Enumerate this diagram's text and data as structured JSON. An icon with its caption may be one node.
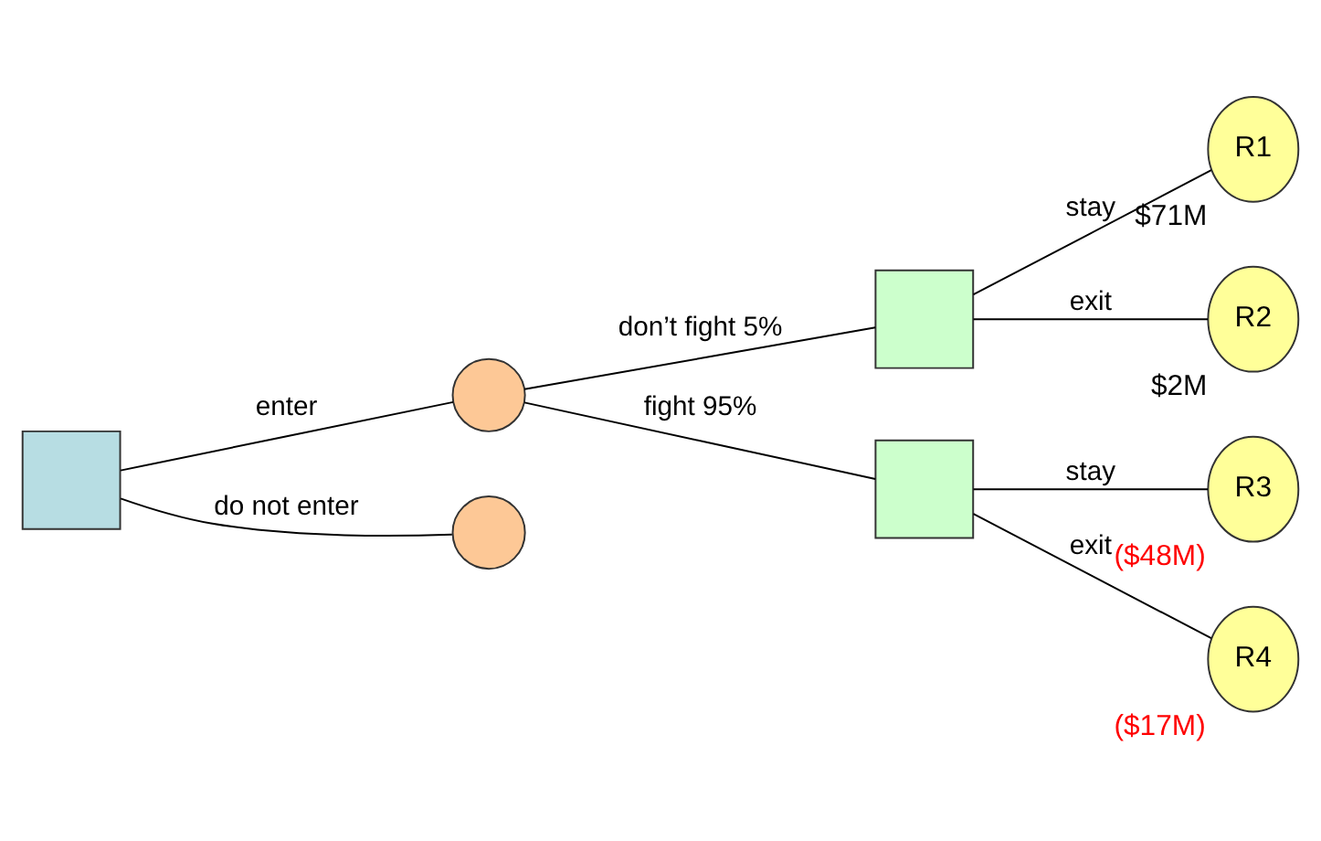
{
  "diagram": {
    "nodes": [
      {
        "text": [],
        "shape": "box"
      },
      {
        "text": [],
        "shape": "circle"
      },
      {
        "text": [],
        "shape": "circle"
      },
      {
        "text": [],
        "shape": "box"
      },
      {
        "text": [],
        "shape": "box"
      },
      {
        "text": [
          "R1"
        ],
        "beside": [
          "$71M"
        ]
      },
      {
        "text": [
          "R2"
        ],
        "beside": [
          "$2M"
        ]
      },
      {
        "text": [
          "R3"
        ],
        "beside": [
          "($48M)"
        ]
      },
      {
        "text": [
          "R4"
        ],
        "beside": [
          "($17M)"
        ]
      }
    ],
    "edges": [
      {
        "from": 0,
        "to": 1,
        "arrow": "none",
        "label": "enter"
      },
      {
        "from": 0,
        "to": 2,
        "arrow": "none",
        "label": "do not enter"
      },
      {
        "from": 1,
        "to": 3,
        "arrow": "none",
        "label": "don’t fight 5%"
      },
      {
        "from": 1,
        "to": 4,
        "arrow": "none",
        "label": "fight 95%"
      },
      {
        "from": 3,
        "to": 5,
        "arrow": "none",
        "label": "stay"
      },
      {
        "from": 3,
        "to": 6,
        "arrow": "none",
        "label": "exit"
      },
      {
        "from": 4,
        "to": 7,
        "arrow": "none",
        "label": "stay"
      },
      {
        "from": 4,
        "to": 8,
        "arrow": "none",
        "label": "exit"
      }
    ]
  }
}
